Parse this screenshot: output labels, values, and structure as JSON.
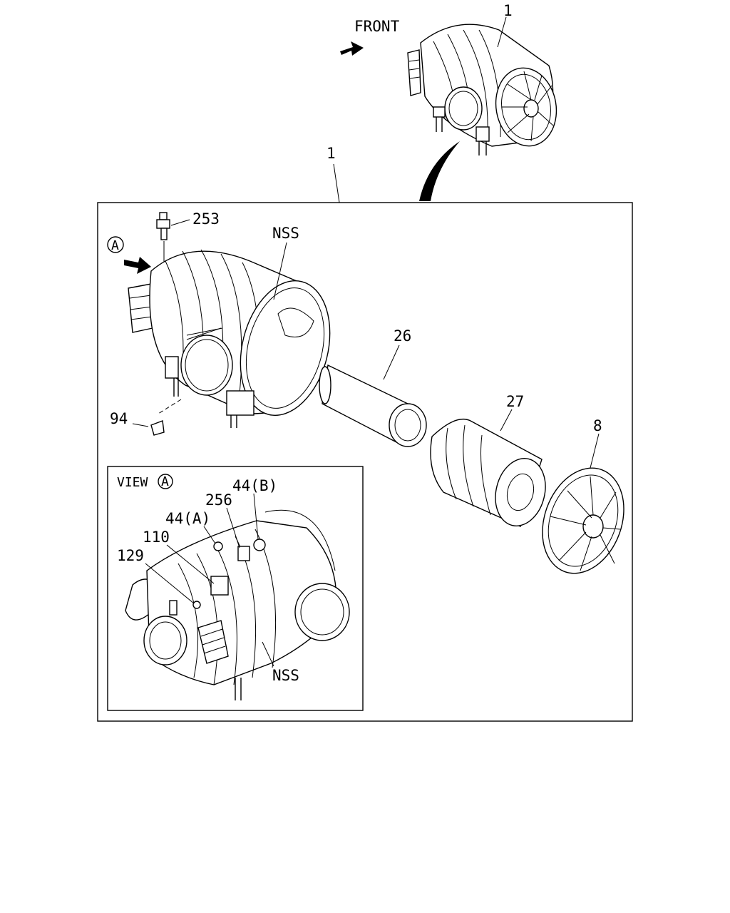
{
  "labels": {
    "front": "FRONT",
    "assembly_top": "1",
    "assembly_main": "1",
    "part_253": "253",
    "nss_top": "NSS",
    "circle_a": "A",
    "part_26": "26",
    "part_27": "27",
    "part_8": "8",
    "part_94": "94",
    "view_text": "VIEW",
    "view_circle": "A",
    "part_44b": "44(B)",
    "part_256": "256",
    "part_44a": "44(A)",
    "part_110": "110",
    "part_129": "129",
    "nss_bottom": "NSS"
  }
}
